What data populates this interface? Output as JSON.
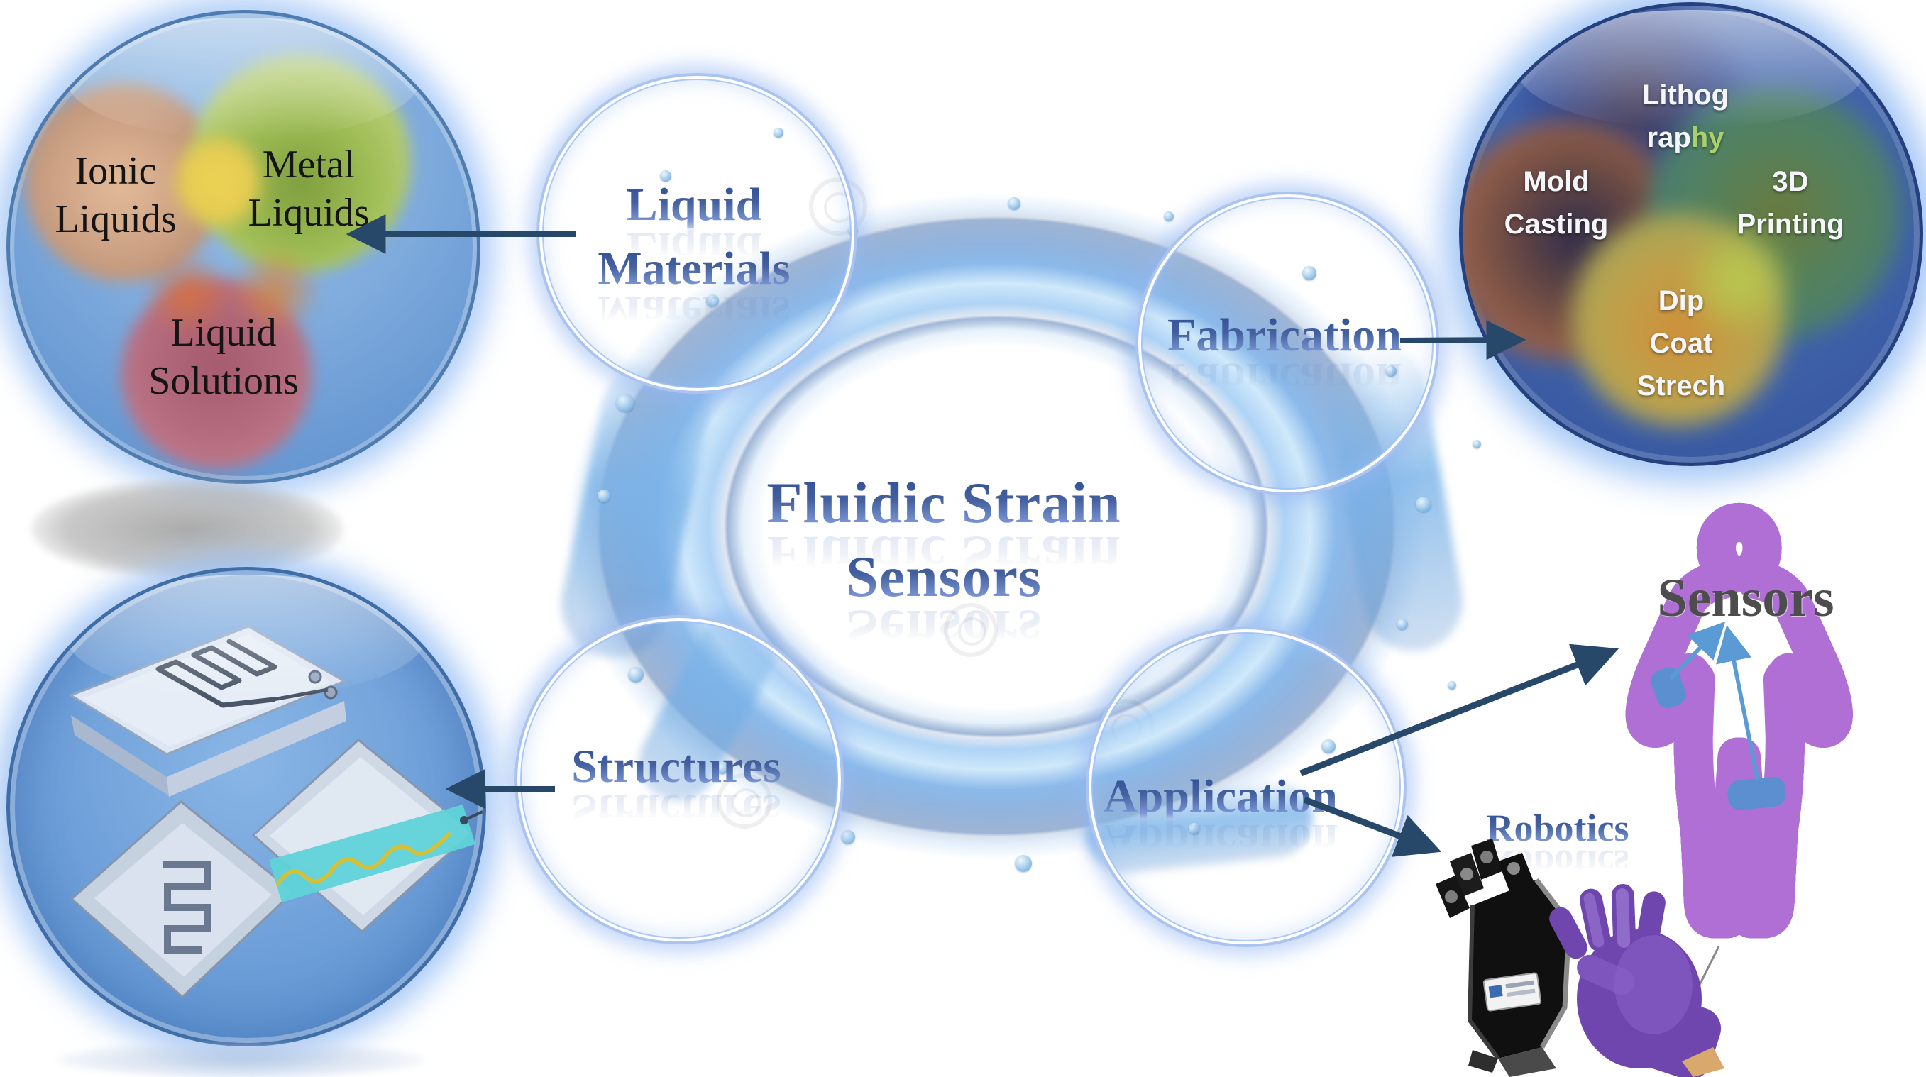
{
  "figure": {
    "title_line1": "Fluidic Strain",
    "title_line2": "Sensors"
  },
  "nodes": {
    "liquid_materials": {
      "line1": "Liquid",
      "line2": "Materials"
    },
    "fabrication": {
      "label": "Fabrication"
    },
    "structures": {
      "label": "Structures"
    },
    "application": {
      "label": "Application"
    }
  },
  "venn": {
    "items": [
      {
        "line1": "Ionic",
        "line2": "Liquids"
      },
      {
        "line1": "Metal",
        "line2": "Liquids"
      },
      {
        "line1": "Liquid",
        "line2": "Solutions"
      }
    ]
  },
  "fabrication_methods": {
    "lithography": {
      "line1": "Lithog",
      "line2_white": "rap",
      "line2_green": "hy"
    },
    "mold_casting": {
      "line1": "Mold",
      "line2": "Casting"
    },
    "printing_3d": {
      "line1": "3D",
      "line2": "Printing"
    },
    "dip_coat_strech": {
      "line1": "Dip",
      "line2": "Coat",
      "line3": "Strech"
    }
  },
  "applications": {
    "sensors": "Sensors",
    "robotics": "Robotics"
  },
  "colors": {
    "label_blue_dark": "#2e4f96",
    "label_blue_light": "#8ca4dc",
    "arrow_dark_blue": "#274868",
    "ring_stroke": "#aac4ee",
    "venn_base_blue": "#7fabdd",
    "fabrication_base_blue": "#3c5fa6",
    "devices_base_blue": "#6fa0d9",
    "sensor_patch_blue": "#5b8fd0",
    "body_arrow_blue": "#5b9bd5",
    "cyan_band": "#5fd3d8",
    "glove_purple": "#6f46ae",
    "robot_hand_black": "#151515",
    "body_aura": [
      "#b06fd4",
      "#5aa8e8",
      "#4ad0e0",
      "#52c25a",
      "#e8d034",
      "#f09030",
      "#e84c44"
    ]
  }
}
